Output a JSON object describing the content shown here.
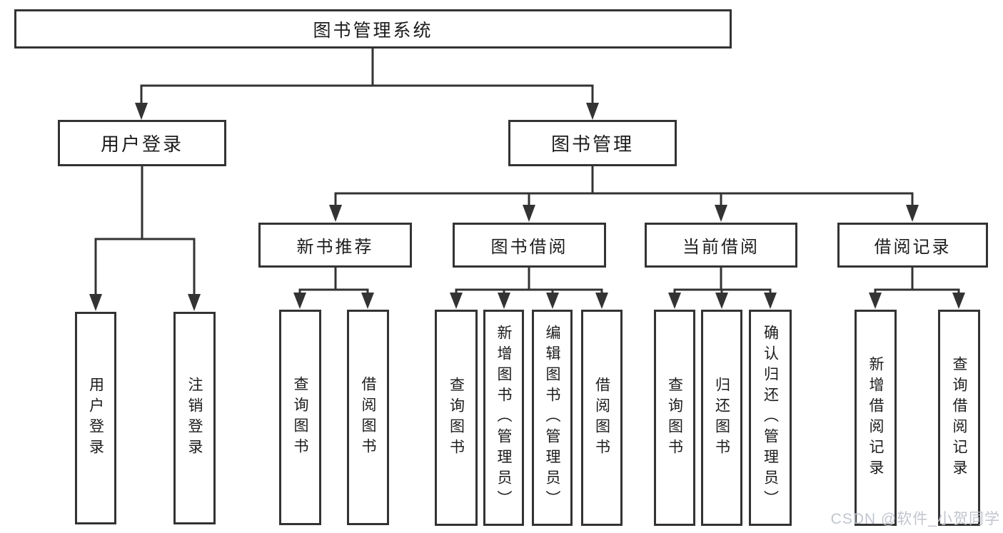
{
  "tree": {
    "root": "图书管理系统",
    "branches": [
      {
        "label": "用户登录",
        "children": [
          "用户登录",
          "注销登录"
        ]
      },
      {
        "label": "图书管理",
        "groups": [
          {
            "label": "新书推荐",
            "children": [
              "查询图书",
              "借阅图书"
            ]
          },
          {
            "label": "图书借阅",
            "children": [
              "查询图书",
              "新增图书（管理员）",
              "编辑图书（管理员）",
              "借阅图书"
            ]
          },
          {
            "label": "当前借阅",
            "children": [
              "查询图书",
              "归还图书",
              "确认归还（管理员）"
            ]
          },
          {
            "label": "借阅记录",
            "children": [
              "新增借阅记录",
              "查询借阅记录"
            ]
          }
        ]
      }
    ]
  },
  "watermark": {
    "text": "CSDN @软件_小贺同学"
  },
  "colors": {
    "line": "#333333",
    "box_border": "#333333",
    "text": "#1c1c1c",
    "background": "#ffffff",
    "watermark": "#bcc0ca"
  }
}
